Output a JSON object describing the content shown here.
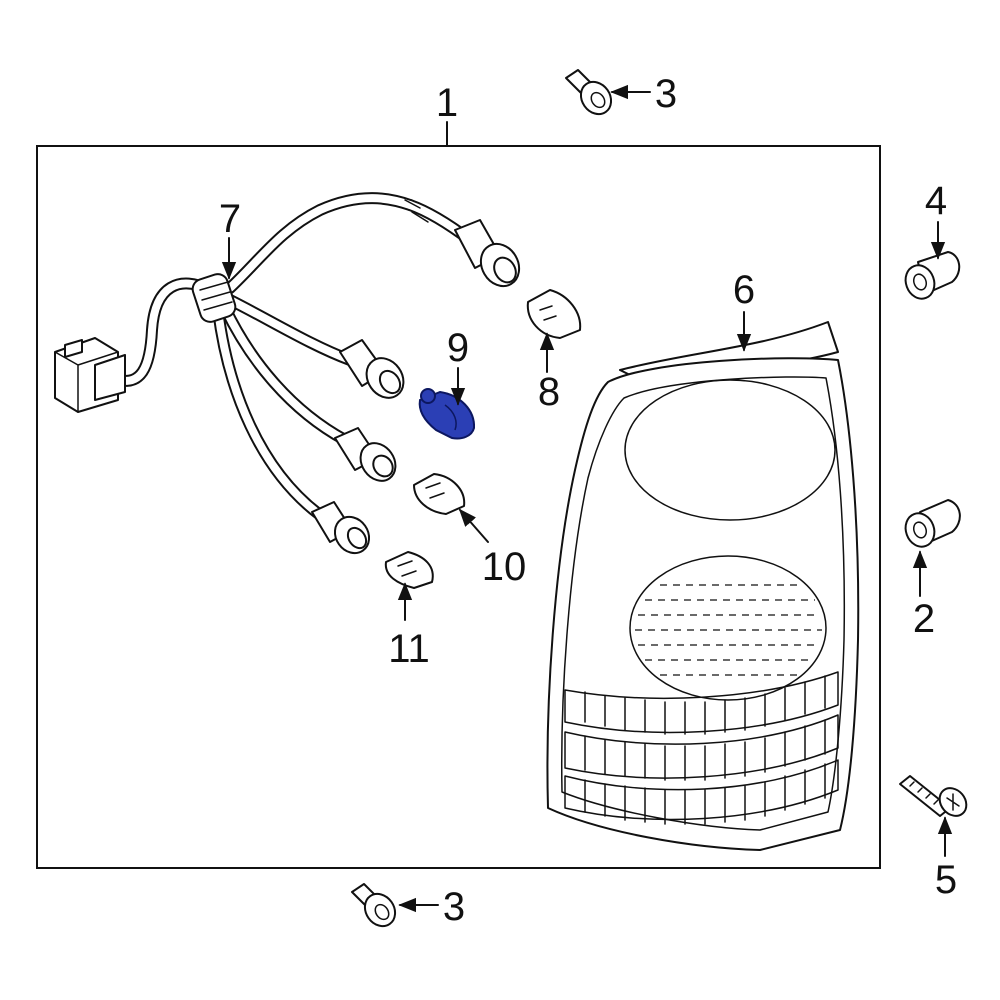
{
  "diagram": {
    "highlight_color": "#2b3fb5",
    "callouts": [
      {
        "id": "1",
        "label": "1"
      },
      {
        "id": "2",
        "label": "2"
      },
      {
        "id": "3a",
        "label": "3"
      },
      {
        "id": "3b",
        "label": "3"
      },
      {
        "id": "4",
        "label": "4"
      },
      {
        "id": "5",
        "label": "5"
      },
      {
        "id": "6",
        "label": "6"
      },
      {
        "id": "7",
        "label": "7"
      },
      {
        "id": "8",
        "label": "8"
      },
      {
        "id": "9",
        "label": "9"
      },
      {
        "id": "10",
        "label": "10"
      },
      {
        "id": "11",
        "label": "11"
      }
    ]
  }
}
